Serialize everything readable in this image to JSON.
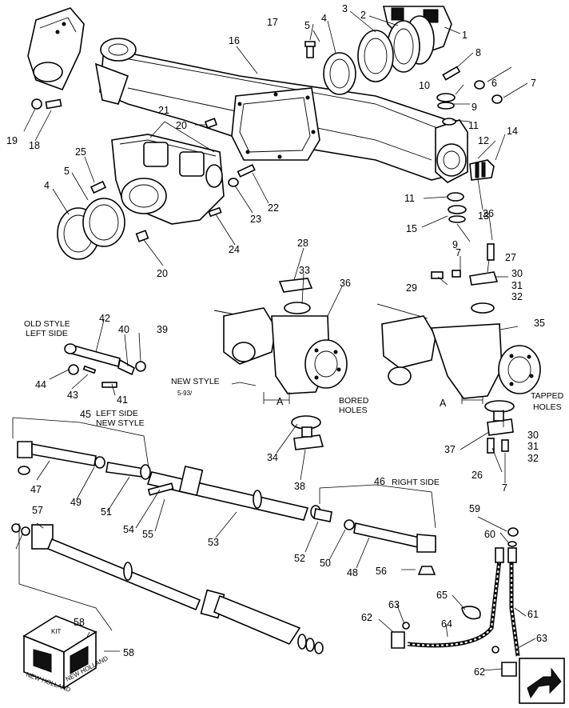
{
  "diagram": {
    "captions": {
      "old_style_line1": "OLD STYLE",
      "old_style_line2": "LEFT SIDE",
      "left_side_line1": "LEFT SIDE",
      "left_side_line2": "NEW STYLE",
      "new_style": "NEW STYLE",
      "date_code": "5-93/",
      "bored_line1": "BORED",
      "bored_line2": "HOLES",
      "tapped_line1": "TAPPED",
      "tapped_line2": "HOLES",
      "right_side": "RIGHT SIDE",
      "kit": "KIT",
      "section_a_left": "A",
      "section_a_right": "A",
      "brand_front": "NEW HOLLAND",
      "brand_side": "NEW HOLLAND"
    },
    "callouts": [
      "1",
      "2",
      "3",
      "4",
      "5",
      "6",
      "7",
      "8",
      "9",
      "10",
      "11",
      "12",
      "13",
      "14",
      "15",
      "16",
      "17",
      "18",
      "19",
      "20",
      "21",
      "22",
      "23",
      "24",
      "25",
      "4",
      "5",
      "20",
      "26",
      "27",
      "28",
      "29",
      "7",
      "30",
      "31",
      "32",
      "33",
      "34",
      "35",
      "36",
      "37",
      "38",
      "26",
      "7",
      "30",
      "31",
      "32",
      "39",
      "40",
      "41",
      "42",
      "43",
      "44",
      "45",
      "46",
      "47",
      "48",
      "49",
      "50",
      "51",
      "52",
      "53",
      "54",
      "55",
      "56",
      "57",
      "58",
      "58",
      "59",
      "60",
      "61",
      "62",
      "63",
      "64",
      "65",
      "62",
      "63",
      "9",
      "11"
    ]
  },
  "accent_colors": {
    "ink": "#000000",
    "paper": "#ffffff"
  }
}
